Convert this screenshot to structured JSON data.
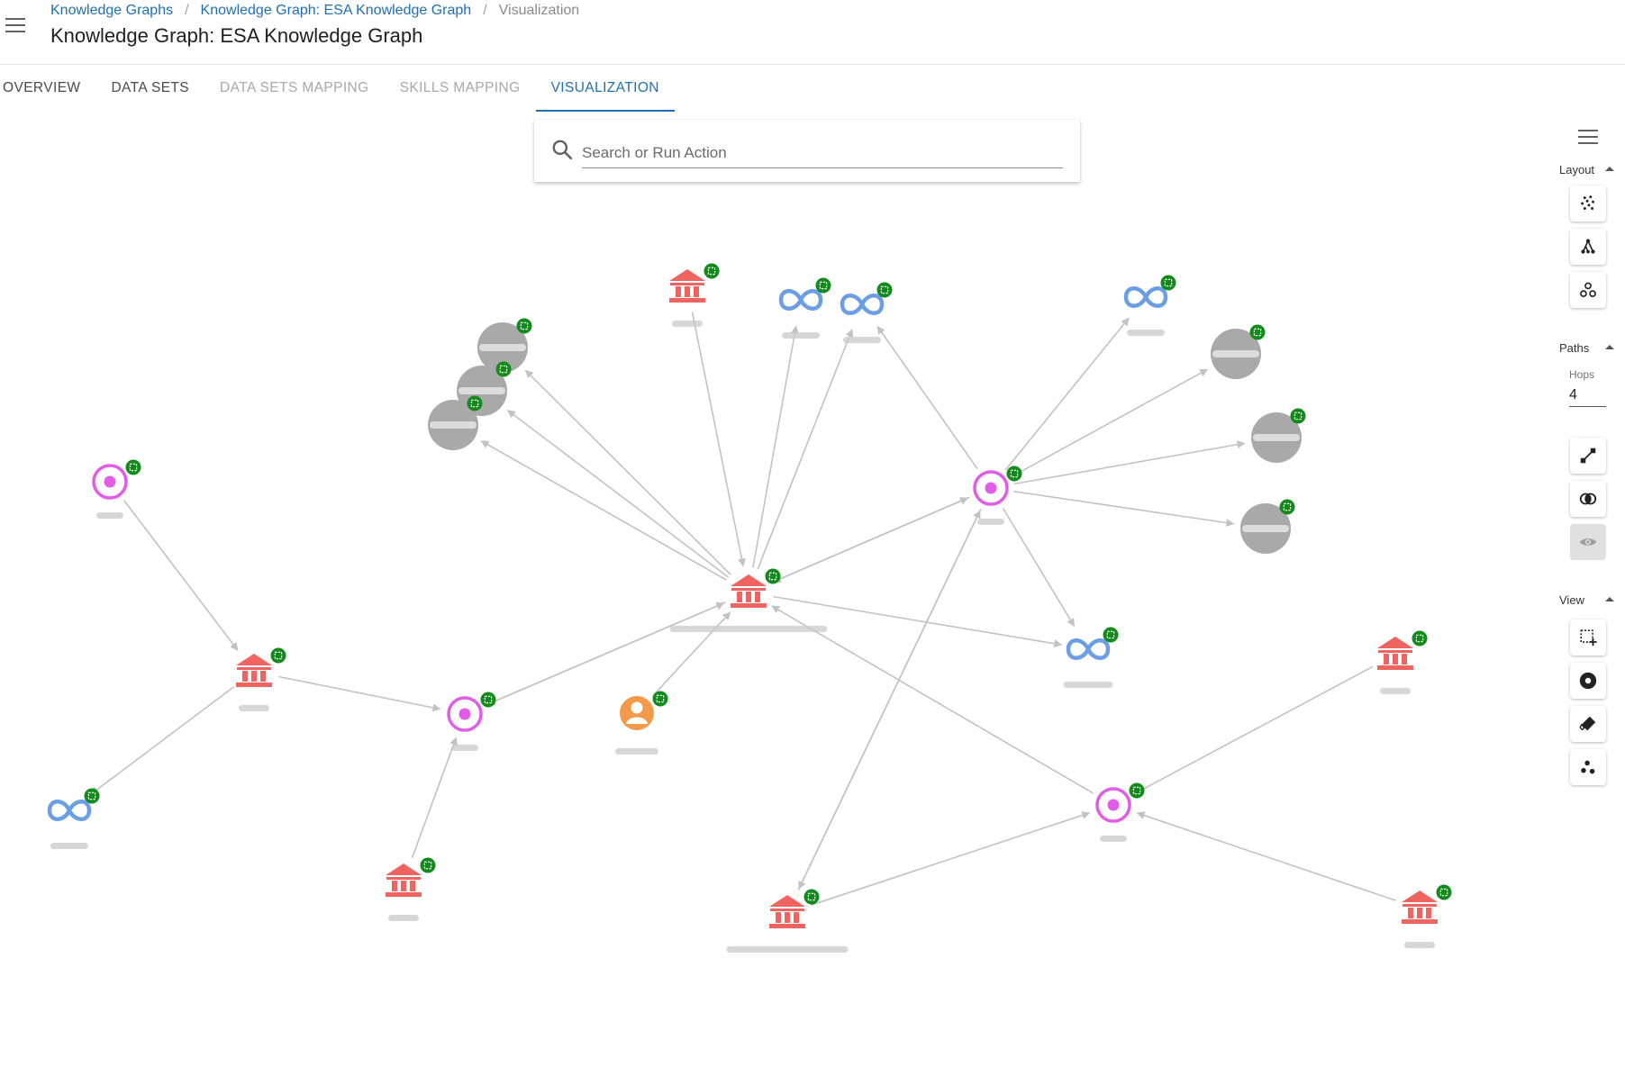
{
  "breadcrumb": {
    "items": [
      "Knowledge Graphs",
      "Knowledge Graph: ESA Knowledge Graph"
    ],
    "current": "Visualization"
  },
  "page": {
    "title": "Knowledge Graph: ESA Knowledge Graph"
  },
  "tabs": [
    {
      "label": "OVERVIEW",
      "state": "enabled"
    },
    {
      "label": "DATA SETS",
      "state": "enabled"
    },
    {
      "label": "DATA SETS MAPPING",
      "state": "disabled"
    },
    {
      "label": "SKILLS MAPPING",
      "state": "disabled"
    },
    {
      "label": "VISUALIZATION",
      "state": "active"
    }
  ],
  "search": {
    "placeholder": "Search or Run Action",
    "value": ""
  },
  "side_panel": {
    "layout_label": "Layout",
    "paths_label": "Paths",
    "hops_label": "Hops",
    "hops_value": "4",
    "view_label": "View",
    "layout_buttons": [
      "scatter-layout-icon",
      "tree-layout-icon",
      "cluster-layout-icon"
    ],
    "paths_buttons": [
      "path-icon",
      "overlap-icon",
      "eye-icon"
    ],
    "view_buttons": [
      "select-area-icon",
      "focus-icon",
      "eraser-icon",
      "group-icon"
    ]
  },
  "colors": {
    "accent": "#1f6fb4",
    "organization": "#ef6461",
    "program": "#e25de7",
    "mission": "#6b9ee5",
    "person": "#f2994a",
    "entity": "#a9a9a9",
    "expand_badge": "#138a1c",
    "edge": "#c2c2c2"
  },
  "graph": {
    "nodes": [
      {
        "id": "n1",
        "type": "program"
      },
      {
        "id": "n2",
        "type": "organization"
      },
      {
        "id": "n3",
        "type": "mission"
      },
      {
        "id": "n4",
        "type": "program"
      },
      {
        "id": "n5",
        "type": "organization"
      },
      {
        "id": "n6",
        "type": "person"
      },
      {
        "id": "n7",
        "type": "organization"
      },
      {
        "id": "n8",
        "type": "organization"
      },
      {
        "id": "n9",
        "type": "entity"
      },
      {
        "id": "n10",
        "type": "entity"
      },
      {
        "id": "n11",
        "type": "entity"
      },
      {
        "id": "n12",
        "type": "organization"
      },
      {
        "id": "n13",
        "type": "mission"
      },
      {
        "id": "n14",
        "type": "mission"
      },
      {
        "id": "n15",
        "type": "program"
      },
      {
        "id": "n16",
        "type": "mission"
      },
      {
        "id": "n17",
        "type": "entity"
      },
      {
        "id": "n18",
        "type": "entity"
      },
      {
        "id": "n19",
        "type": "entity"
      },
      {
        "id": "n20",
        "type": "mission"
      },
      {
        "id": "n21",
        "type": "program"
      },
      {
        "id": "n22",
        "type": "organization"
      },
      {
        "id": "n23",
        "type": "organization"
      }
    ],
    "edges": [
      [
        "n1",
        "n2"
      ],
      [
        "n2",
        "n3"
      ],
      [
        "n2",
        "n4"
      ],
      [
        "n5",
        "n4"
      ],
      [
        "n4",
        "n7"
      ],
      [
        "n7",
        "n4"
      ],
      [
        "n6",
        "n7"
      ],
      [
        "n7",
        "n9"
      ],
      [
        "n7",
        "n10"
      ],
      [
        "n7",
        "n11"
      ],
      [
        "n12",
        "n7"
      ],
      [
        "n7",
        "n13"
      ],
      [
        "n7",
        "n14"
      ],
      [
        "n15",
        "n14"
      ],
      [
        "n7",
        "n15"
      ],
      [
        "n15",
        "n7"
      ],
      [
        "n7",
        "n20"
      ],
      [
        "n15",
        "n16"
      ],
      [
        "n15",
        "n17"
      ],
      [
        "n15",
        "n18"
      ],
      [
        "n15",
        "n19"
      ],
      [
        "n15",
        "n20"
      ],
      [
        "n21",
        "n7"
      ],
      [
        "n8",
        "n15"
      ],
      [
        "n15",
        "n8"
      ],
      [
        "n8",
        "n21"
      ],
      [
        "n22",
        "n21"
      ],
      [
        "n23",
        "n21"
      ]
    ]
  }
}
